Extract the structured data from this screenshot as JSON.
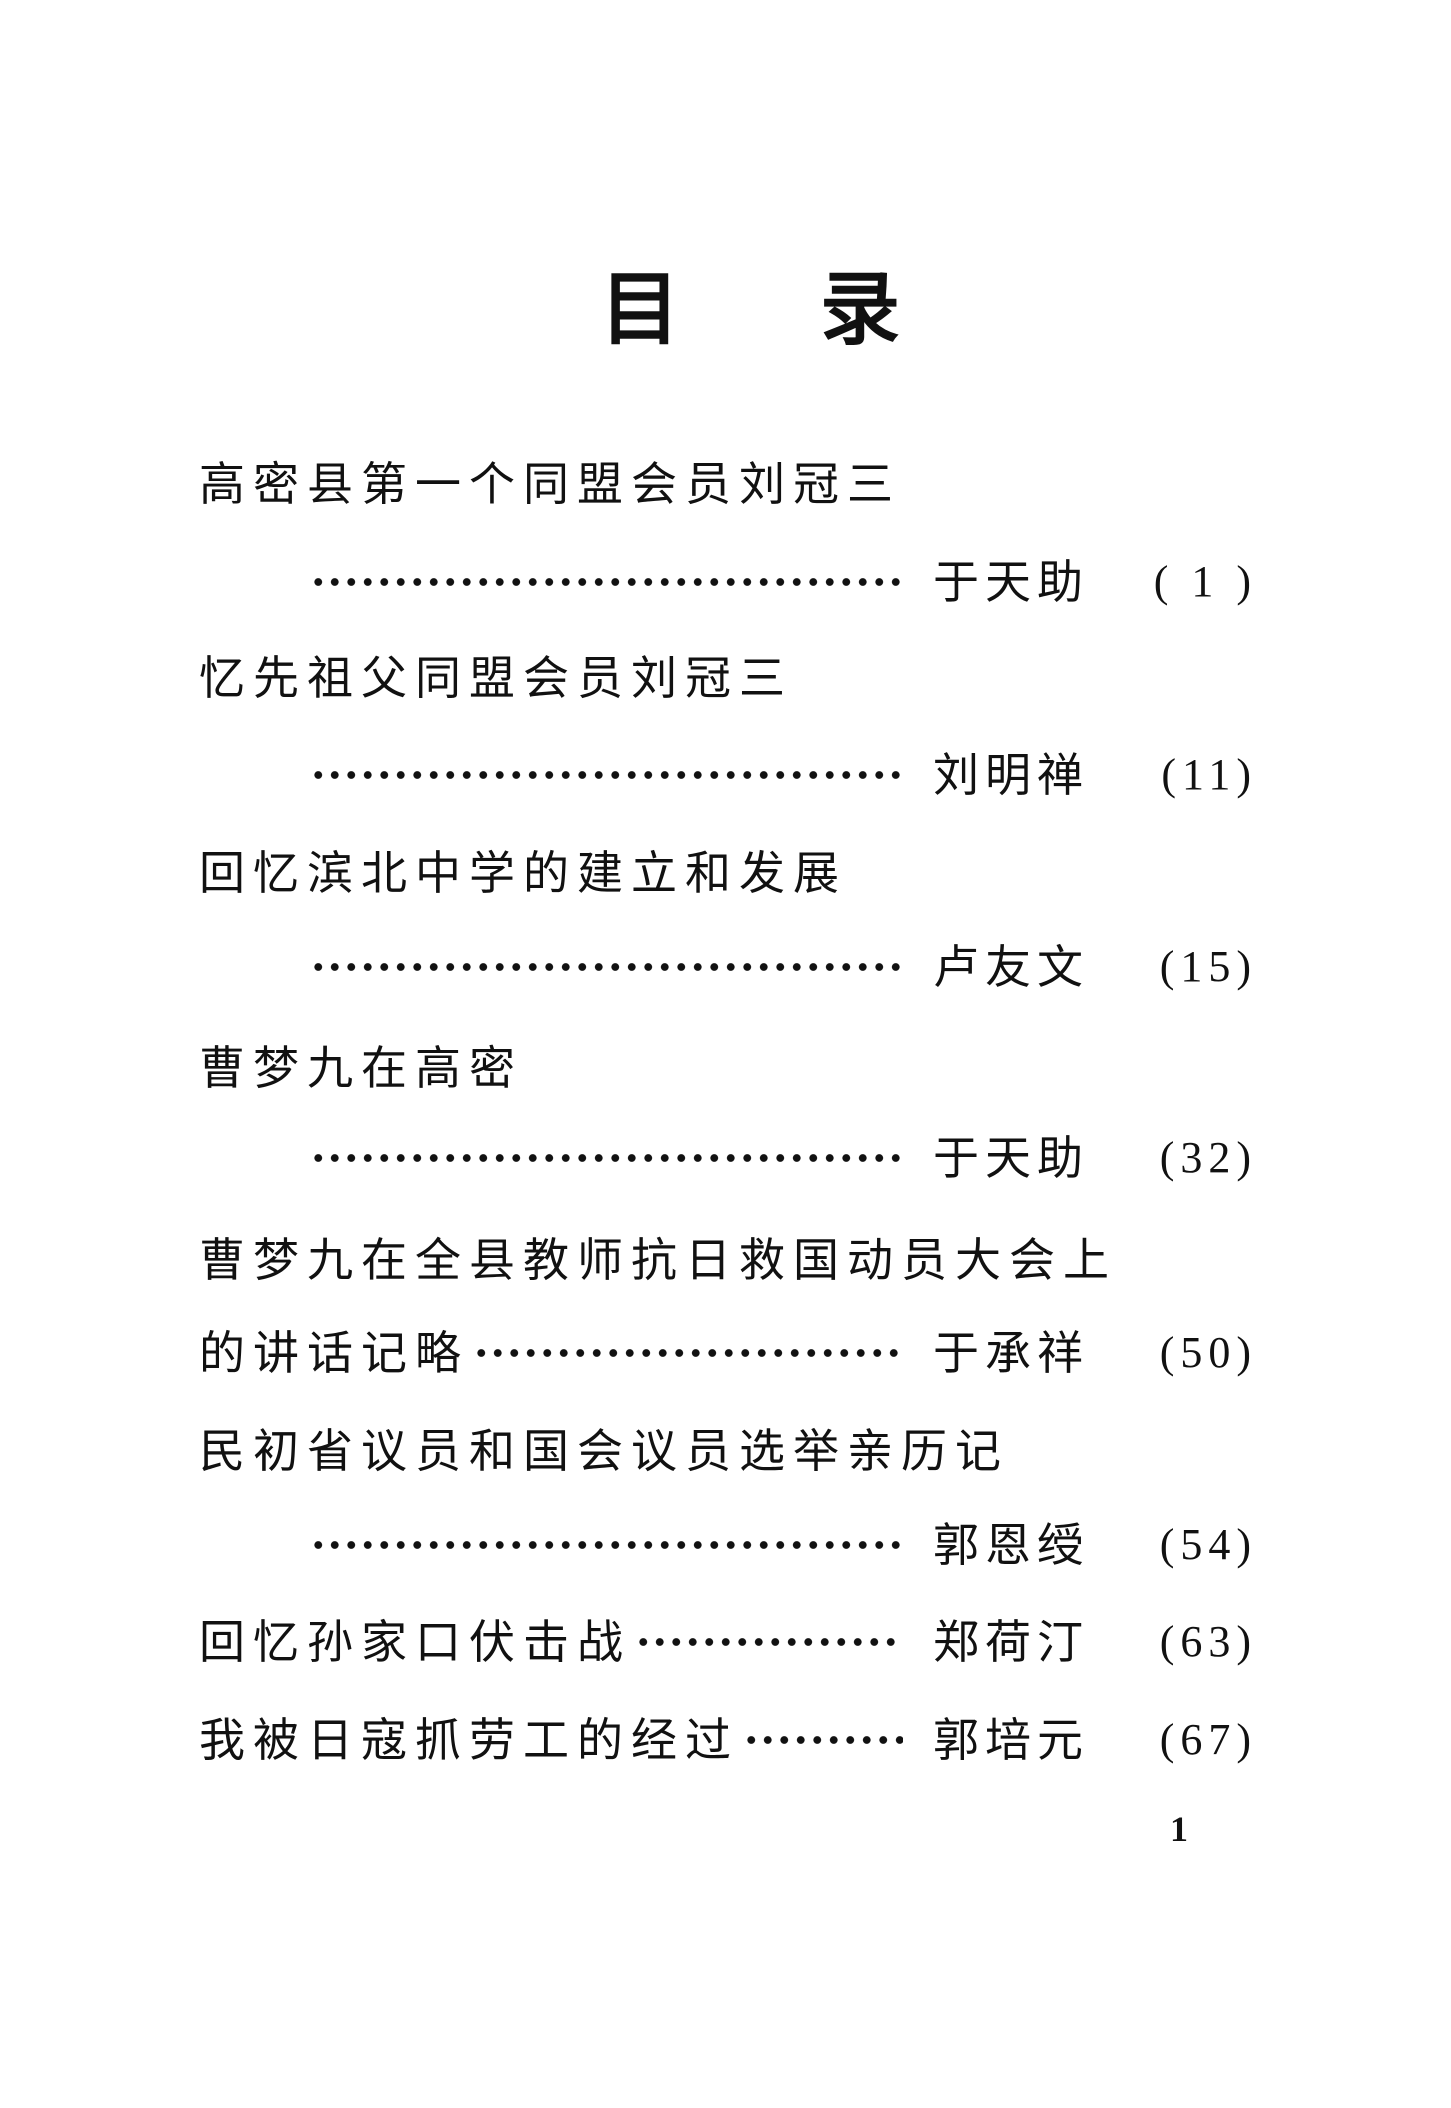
{
  "heading": {
    "char1": "目",
    "char2": "录"
  },
  "entries": [
    {
      "title_lines": [
        "高密县第一个同盟会员刘冠三"
      ],
      "author": "于天助",
      "page": "( 1 )"
    },
    {
      "title_lines": [
        "忆先祖父同盟会员刘冠三"
      ],
      "author": "刘明禅",
      "page": "(11)"
    },
    {
      "title_lines": [
        "回忆滨北中学的建立和发展"
      ],
      "author": "卢友文",
      "page": "(15)"
    },
    {
      "title_lines": [
        "曹梦九在高密"
      ],
      "author": "于天助",
      "page": "(32)"
    },
    {
      "title_lines": [
        "曹梦九在全县教师抗日救国动员大会上",
        "的讲话记略"
      ],
      "author": "于承祥",
      "page": "(50)"
    },
    {
      "title_lines": [
        "民初省议员和国会议员选举亲历记"
      ],
      "author": "郭恩绶",
      "page": "(54)"
    },
    {
      "title_lines": [
        "回忆孙家口伏击战"
      ],
      "author": "郑荷汀",
      "page": "(63)"
    },
    {
      "title_lines": [
        "我被日寇抓劳工的经过"
      ],
      "author": "郭培元",
      "page": "(67)"
    }
  ],
  "page_number": "1"
}
